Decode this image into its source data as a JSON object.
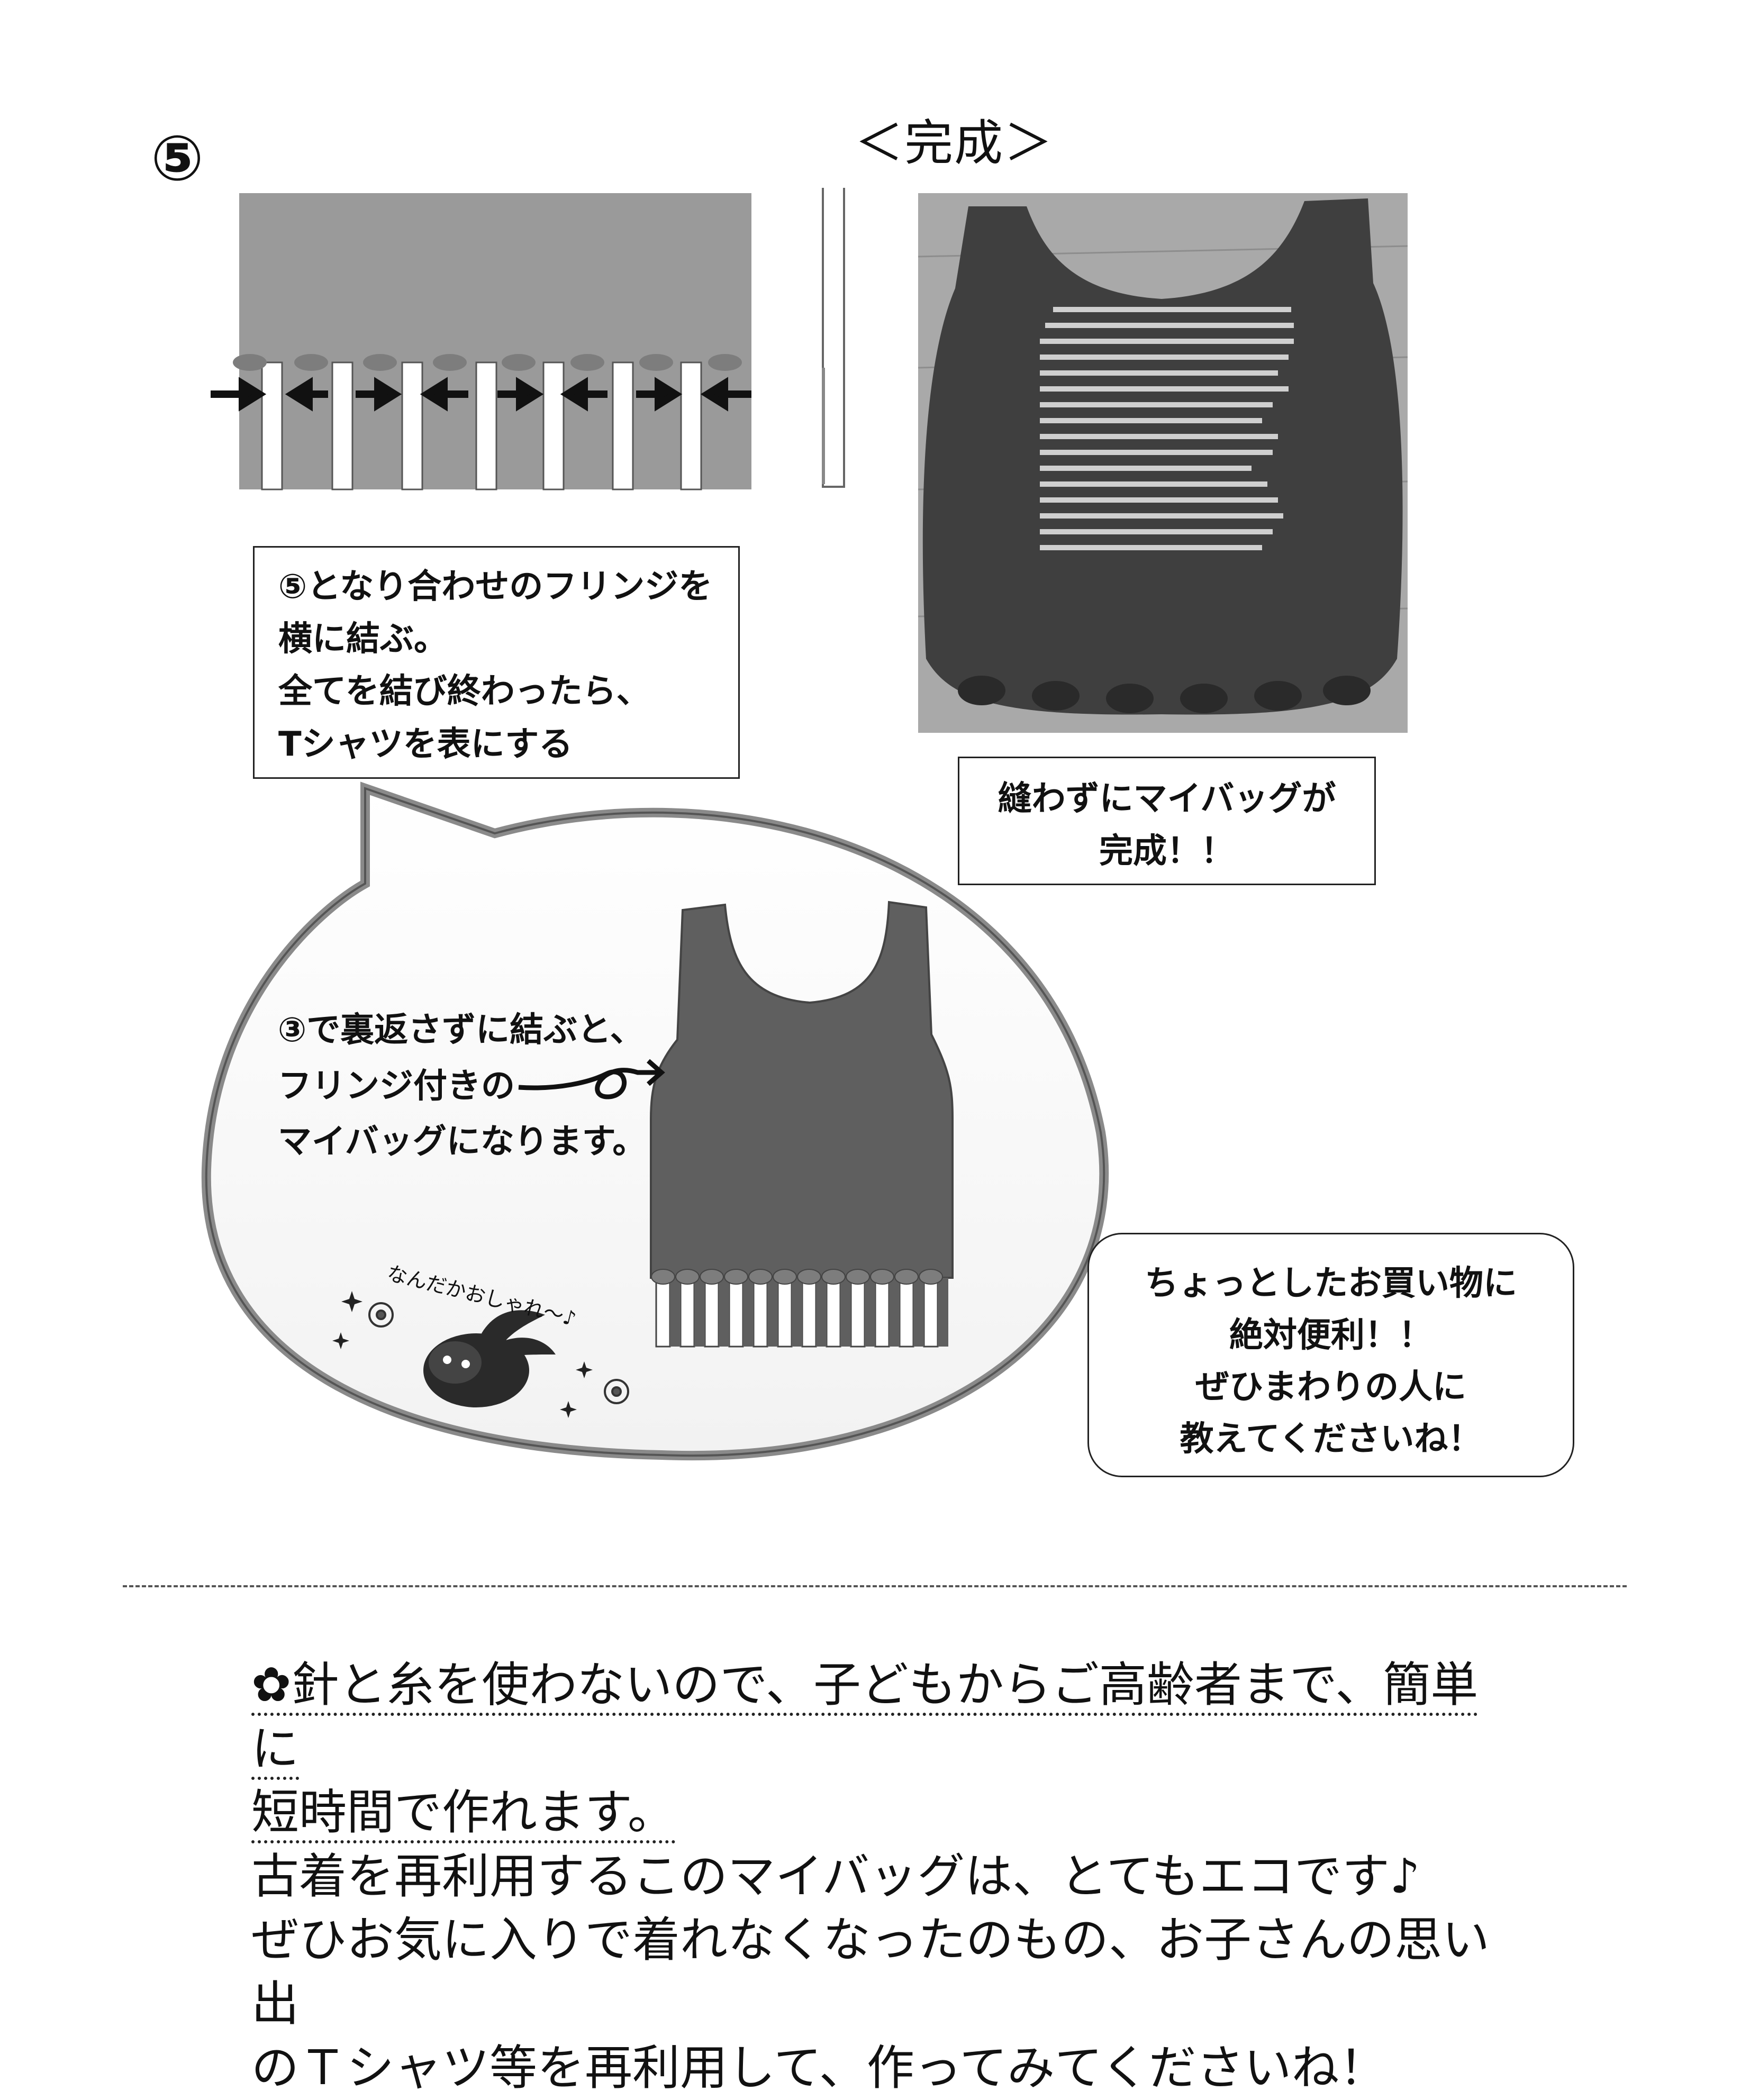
{
  "step": {
    "number": "⑤",
    "caption_lines": [
      "⑤となり合わせのフリンジを",
      "横に結ぶ。",
      "全てを結び終わったら、",
      "Tシャツを表にする"
    ]
  },
  "completed": {
    "title": "＜完成＞",
    "caption_lines": [
      "縫わずにマイバッグが",
      "完成！！"
    ]
  },
  "bubble": {
    "text_lines": [
      "③で裏返さずに結ぶと、",
      "フリンジ付きの",
      "マイバッグになります。"
    ],
    "cute_text": "なんだかおしゃれ～♪"
  },
  "tip": {
    "text_lines": [
      "ちょっとしたお買い物に",
      "絶対便利！！",
      "ぜひまわりの人に",
      "教えてくださいね！"
    ]
  },
  "bottom": {
    "flower_icon": "✿",
    "lines": [
      "針と糸を使わないので、子どもからご高齢者まで、簡単に",
      "短時間で作れます。",
      "古着を再利用するこのマイバッグは、とてもエコです♪",
      "ぜひお気に入りで着れなくなったのもの、お子さんの思い出",
      "のＴシャツ等を再利用して、作ってみてくださいね！"
    ]
  },
  "colors": {
    "fabric_gray": "#9a9a9a",
    "dark_fabric": "#5f5f5f",
    "knot_gray": "#7d7d7d",
    "photo_shirt": "#3f3f3f"
  }
}
